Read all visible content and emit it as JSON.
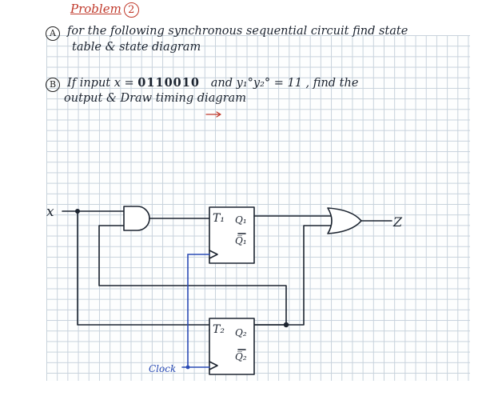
{
  "problem": {
    "title": "Problem",
    "number": "2"
  },
  "part_a": {
    "marker": "A",
    "line1": "for the following synchronous sequential circuit find state",
    "line2": "table & state diagram"
  },
  "part_b": {
    "marker": "B",
    "line1_a": "If input x =",
    "input_sequence": "0110010",
    "line1_b": "and y₁°y₂° = 11 , find the",
    "line2": "output & Draw timing diagram"
  },
  "circuit": {
    "input_label": "x",
    "output_label": "Z",
    "ff1": {
      "t_label": "T₁",
      "q_label": "Q₁",
      "qbar_label": "Q̅₁"
    },
    "ff2": {
      "t_label": "T₂",
      "q_label": "Q₂",
      "qbar_label": "Q̅₂"
    },
    "clock_label": "Clock",
    "colors": {
      "ink": "#1c2430",
      "clock_wire": "#2a4bb5",
      "heading": "#c0392b"
    }
  }
}
